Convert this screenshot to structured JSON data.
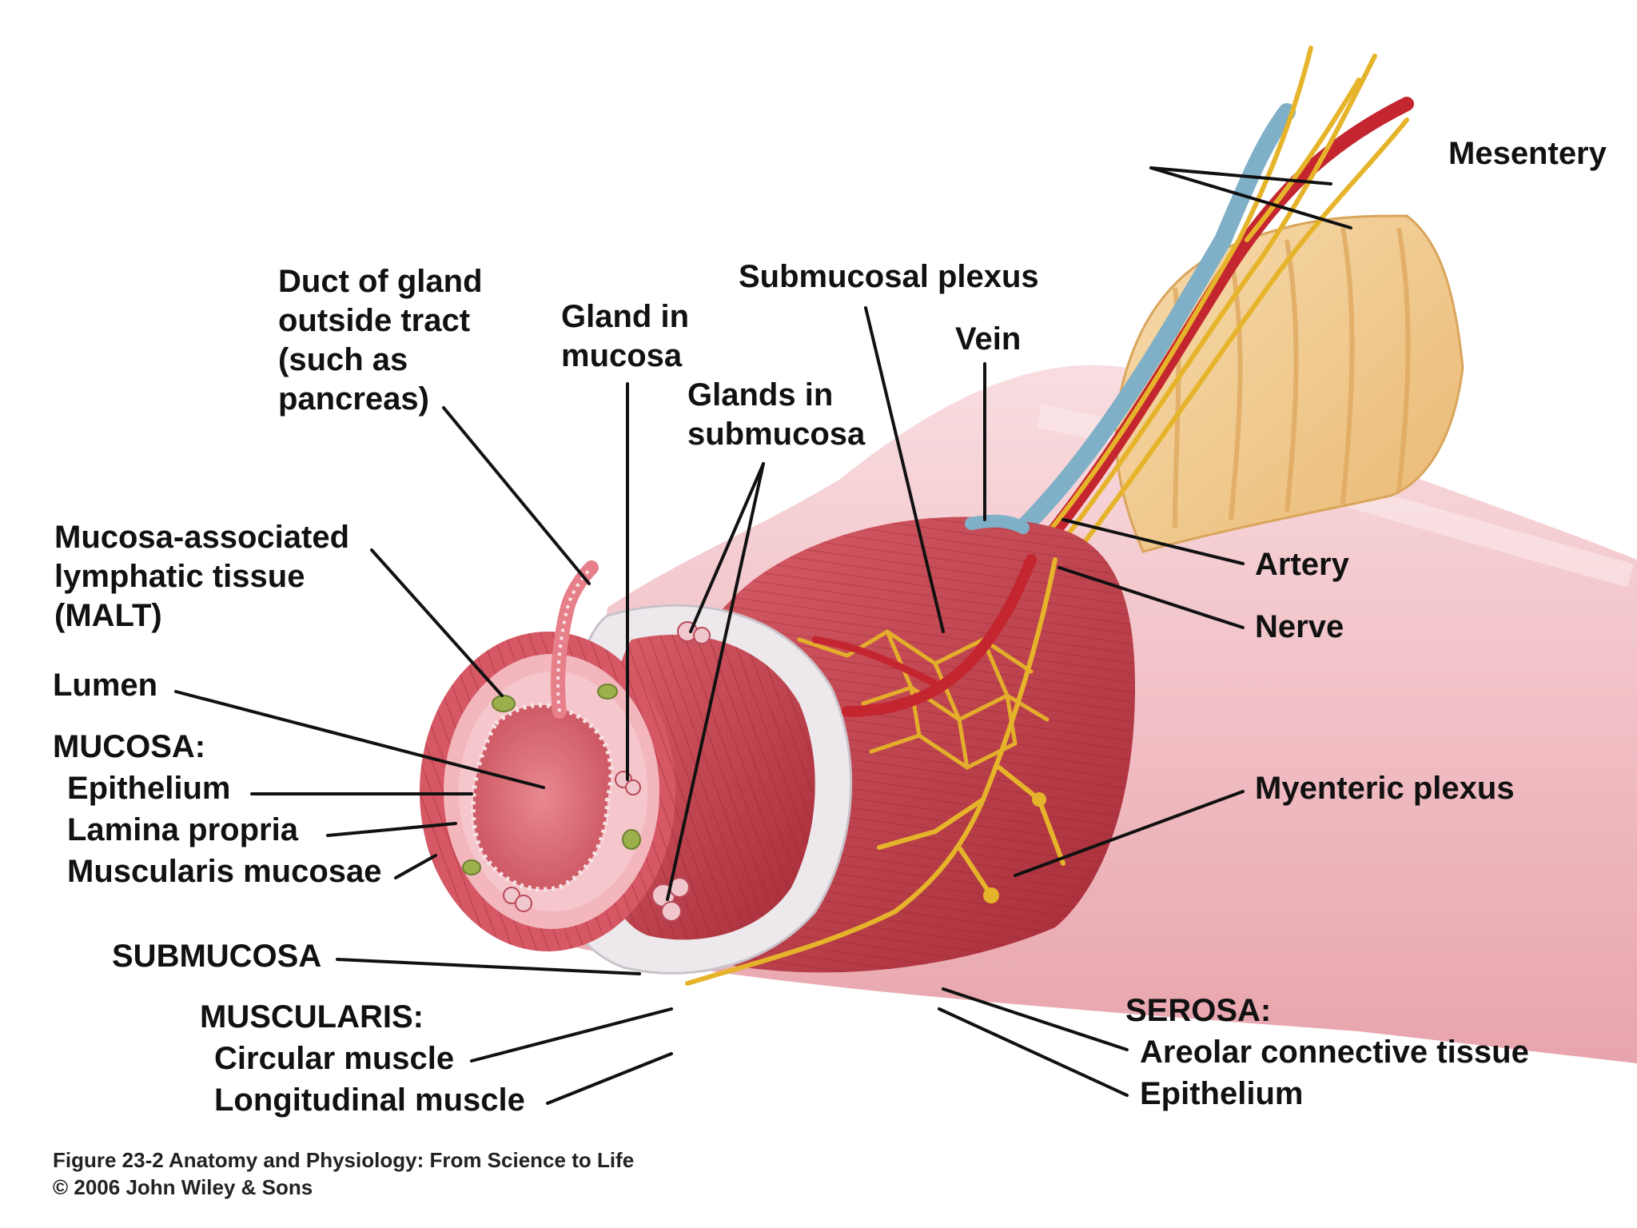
{
  "labels": {
    "mesentery": "Mesentery",
    "duct_line1": "Duct of gland",
    "duct_line2": "outside tract",
    "duct_line3": "(such as",
    "duct_line4": "pancreas)",
    "gland_mucosa_line1": "Gland in",
    "gland_mucosa_line2": "mucosa",
    "submucosal_plexus": "Submucosal plexus",
    "vein": "Vein",
    "glands_submucosa_line1": "Glands in",
    "glands_submucosa_line2": "submucosa",
    "malt_line1": "Mucosa-associated",
    "malt_line2": "lymphatic tissue",
    "malt_line3": "(MALT)",
    "artery": "Artery",
    "nerve": "Nerve",
    "lumen": "Lumen",
    "mucosa": "MUCOSA:",
    "epithelium": "Epithelium",
    "lamina_propria": "Lamina propria",
    "muscularis_mucosae": "Muscularis mucosae",
    "myenteric_plexus": "Myenteric plexus",
    "submucosa": "SUBMUCOSA",
    "muscularis": "MUSCULARIS:",
    "circular_muscle": "Circular muscle",
    "longitudinal_muscle": "Longitudinal muscle",
    "serosa": "SEROSA:",
    "areolar_connective_tissue": "Areolar connective tissue",
    "serosa_epithelium": "Epithelium"
  },
  "caption": {
    "line1": "Figure 23-2  Anatomy and Physiology: From Science to Life",
    "line2": "© 2006 John Wiley & Sons"
  },
  "colors": {
    "outer_tube": "#f3c8cc",
    "muscle": "#c9444f",
    "muscle_dark": "#8f1f2a",
    "submucosa": "#ece8ec",
    "mucosa": "#e98a93",
    "lumen": "#d9666f",
    "nerve": "#e6b42a",
    "artery": "#c4262f",
    "vein": "#7fb0c8",
    "mesentery": "#f2cf96",
    "malt": "#9bb04a"
  }
}
